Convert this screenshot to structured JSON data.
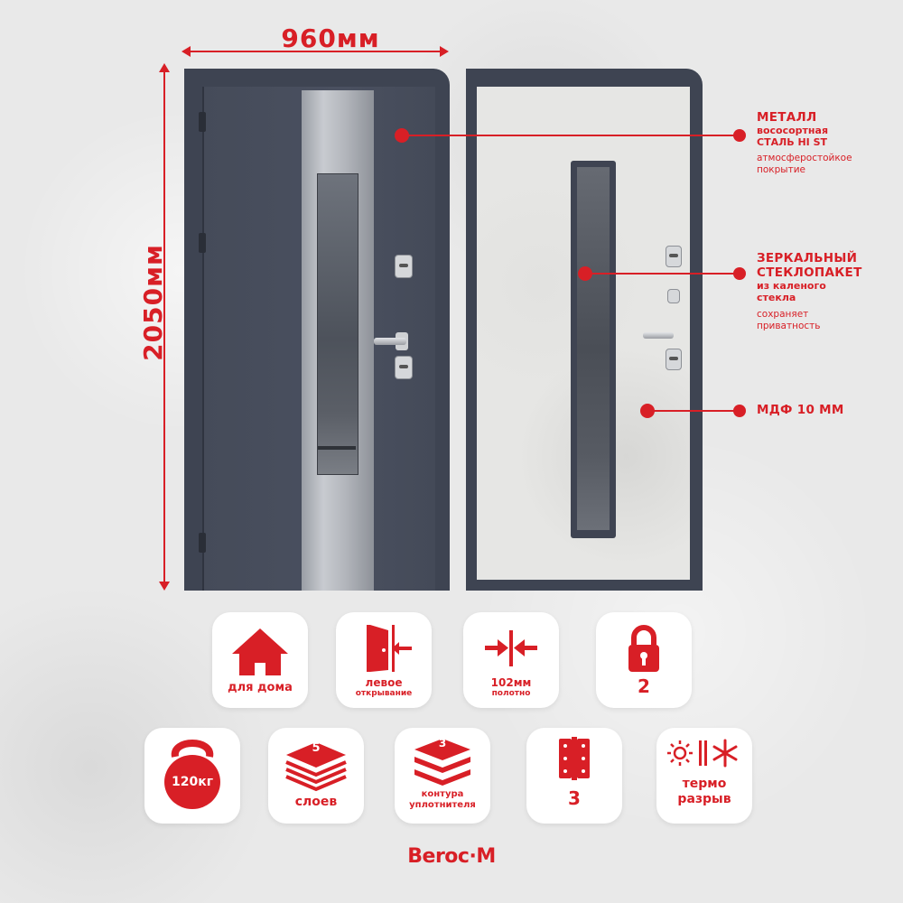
{
  "dimensions": {
    "width_label": "960мм",
    "height_label": "2050мм"
  },
  "callouts": {
    "metal": {
      "title": "МЕТАЛЛ",
      "lines": [
        "вососортная",
        "СТАЛЬ HI ST"
      ],
      "note": [
        "атмосферостойкое",
        "покрытие"
      ]
    },
    "glass": {
      "title": [
        "ЗЕРКАЛЬНЫЙ",
        "СТЕКЛОПАКЕТ"
      ],
      "lines": [
        "из каленого",
        "стекла"
      ],
      "note": [
        "сохраняет",
        "приватность"
      ]
    },
    "mdf": {
      "title": "МДФ 10 ММ"
    }
  },
  "features": [
    {
      "icon": "house-icon",
      "label": "для дома"
    },
    {
      "icon": "door-open-icon",
      "label": [
        "левое",
        "открывание"
      ]
    },
    {
      "icon": "compress-arrows-icon",
      "label": [
        "102мм",
        "полотно"
      ]
    },
    {
      "icon": "padlock-icon",
      "label": "2"
    },
    {
      "icon": "kettlebell-icon",
      "label": "120кг"
    },
    {
      "icon": "layers-icon",
      "label": "слоев",
      "badge": "5"
    },
    {
      "icon": "seal-layers-icon",
      "label": [
        "контура",
        "уплотнителя"
      ],
      "badge": "3"
    },
    {
      "icon": "hinge-icon",
      "label": "3"
    },
    {
      "icon": "thermo-icon",
      "label": [
        "термо",
        "разрыв"
      ]
    }
  ],
  "brand": "Bеroc·M",
  "colors": {
    "accent": "#d81f26",
    "door_frame": "#3e4452",
    "background": "#e9e9e9"
  }
}
